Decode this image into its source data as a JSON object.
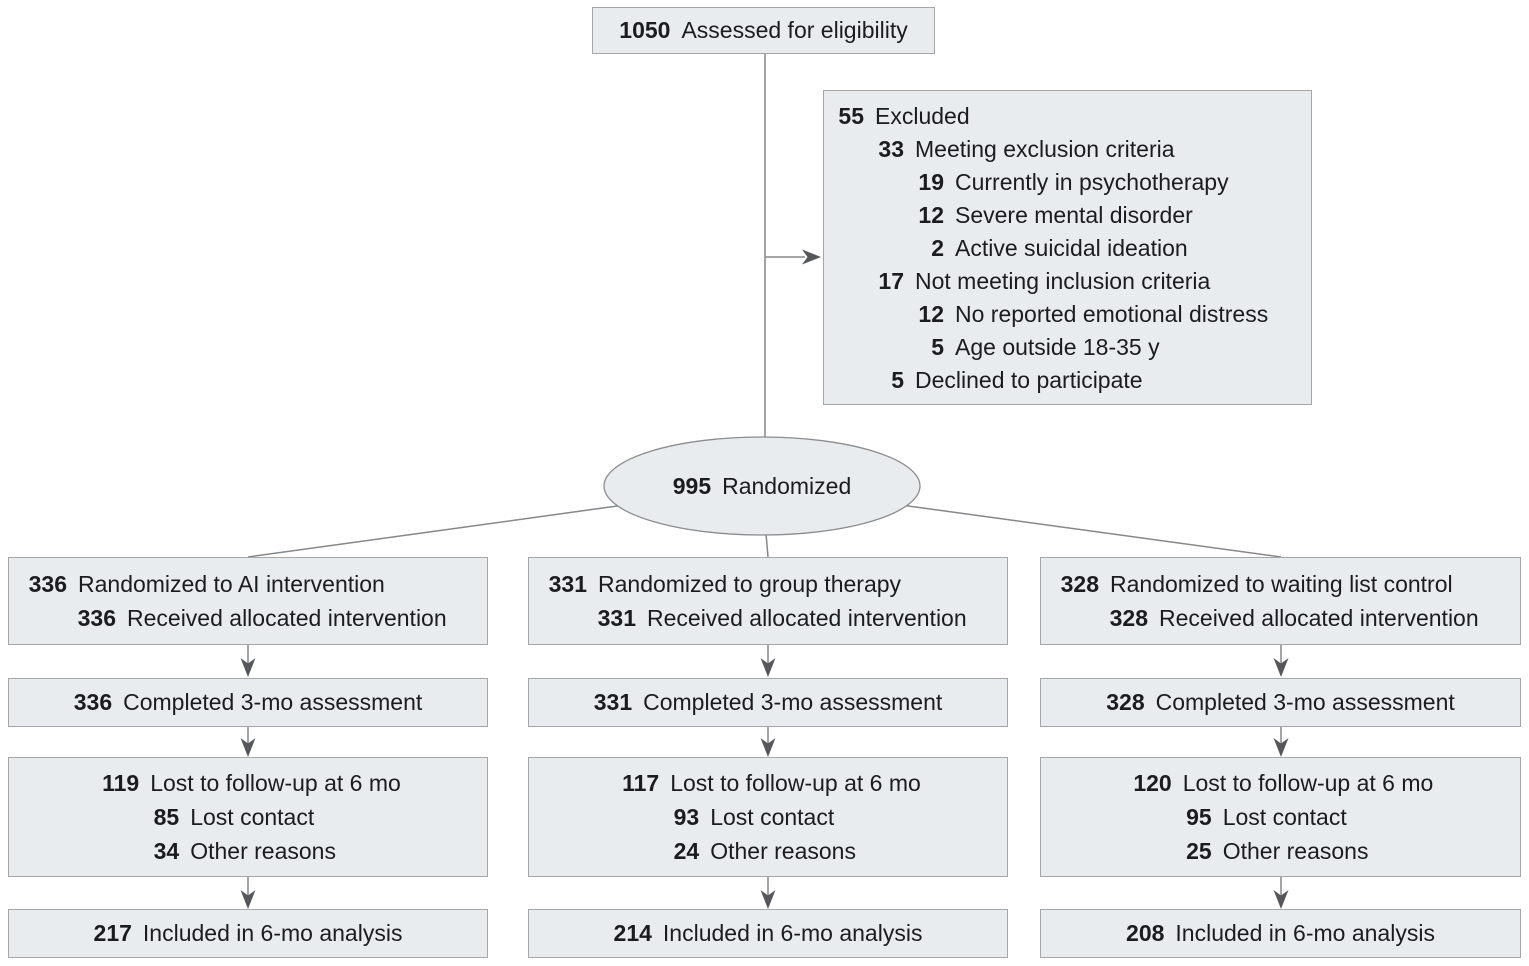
{
  "figure": {
    "type": "consort-flow-diagram",
    "eligibility": {
      "n": "1050",
      "label": "Assessed for eligibility"
    },
    "excluded": {
      "rows": [
        {
          "n": "55",
          "label": "Excluded"
        },
        {
          "n": "33",
          "label": "Meeting exclusion criteria"
        },
        {
          "n": "19",
          "label": "Currently in psychotherapy"
        },
        {
          "n": "12",
          "label": "Severe mental disorder"
        },
        {
          "n": "2",
          "label": "Active suicidal ideation"
        },
        {
          "n": "17",
          "label": "Not meeting inclusion criteria"
        },
        {
          "n": "12",
          "label": "No reported emotional distress"
        },
        {
          "n": "5",
          "label": "Age outside 18-35 y"
        },
        {
          "n": "5",
          "label": "Declined to participate"
        }
      ]
    },
    "randomized": {
      "n": "995",
      "label": "Randomized"
    },
    "columns": [
      {
        "allocation": {
          "rows": [
            {
              "n": "336",
              "label": "Randomized to AI intervention"
            },
            {
              "n": "336",
              "label": "Received allocated intervention"
            }
          ]
        },
        "assessment": {
          "n": "336",
          "label": "Completed 3-mo assessment"
        },
        "followup": {
          "rows": [
            {
              "n": "119",
              "label": "Lost to follow-up at 6 mo"
            },
            {
              "n": "85",
              "label": "Lost contact"
            },
            {
              "n": "34",
              "label": "Other reasons"
            }
          ]
        },
        "analysis": {
          "n": "217",
          "label": "Included in 6-mo analysis"
        }
      },
      {
        "allocation": {
          "rows": [
            {
              "n": "331",
              "label": "Randomized to group therapy"
            },
            {
              "n": "331",
              "label": "Received allocated intervention"
            }
          ]
        },
        "assessment": {
          "n": "331",
          "label": "Completed 3-mo assessment"
        },
        "followup": {
          "rows": [
            {
              "n": "117",
              "label": "Lost to follow-up at 6 mo"
            },
            {
              "n": "93",
              "label": "Lost contact"
            },
            {
              "n": "24",
              "label": "Other reasons"
            }
          ]
        },
        "analysis": {
          "n": "214",
          "label": "Included in 6-mo analysis"
        }
      },
      {
        "allocation": {
          "rows": [
            {
              "n": "328",
              "label": "Randomized to waiting list control"
            },
            {
              "n": "328",
              "label": "Received allocated intervention"
            }
          ]
        },
        "assessment": {
          "n": "328",
          "label": "Completed 3-mo assessment"
        },
        "followup": {
          "rows": [
            {
              "n": "120",
              "label": "Lost to follow-up at 6 mo"
            },
            {
              "n": "95",
              "label": "Lost contact"
            },
            {
              "n": "25",
              "label": "Other reasons"
            }
          ]
        },
        "analysis": {
          "n": "208",
          "label": "Included in 6-mo analysis"
        }
      }
    ],
    "colors": {
      "box_fill": "#e8ecee",
      "box_border": "#a4a6a9",
      "line": "#85878a",
      "arrowhead": "#55575a",
      "text": "#1b1c1e"
    }
  }
}
